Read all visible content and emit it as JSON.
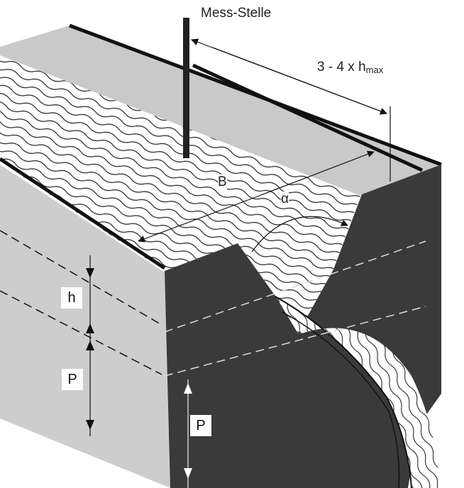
{
  "labels": {
    "measuring_point": "Mess-Stelle",
    "distance_prefix": "3 - 4 x h",
    "distance_subscript": "max",
    "width": "B",
    "angle": "α",
    "head": "h",
    "weir_height_side": "P",
    "weir_height_front": "P"
  },
  "colors": {
    "bank": "#c9c9c9",
    "weir_face": "#3a3a3a",
    "line": "#1a1a1a"
  }
}
